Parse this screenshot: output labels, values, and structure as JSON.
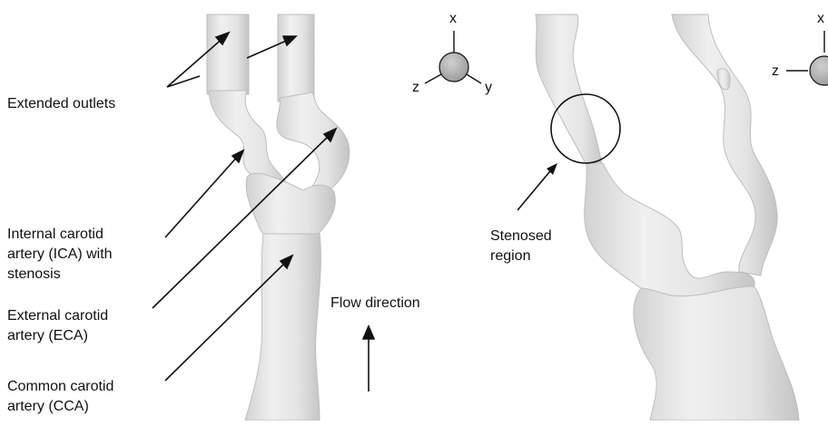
{
  "left_panel": {
    "labels": {
      "extended_outlets": "Extended outlets",
      "ica": "Internal carotid\nartery (ICA) with\nstenosis",
      "eca": "External carotid\nartery (ECA)",
      "cca": "Common carotid\nartery (CCA)",
      "flow": "Flow direction"
    },
    "axes": {
      "x": "x",
      "y": "y",
      "z": "z"
    }
  },
  "right_panel": {
    "labels": {
      "stenosed": "Stenosed\nregion"
    },
    "axes": {
      "x": "x",
      "z": "z"
    }
  },
  "colors": {
    "vessel": "#e6e6e6",
    "vessel_shade": "#c8c8c8",
    "axis_ball": "#b4b4b4",
    "ink": "#111111"
  }
}
